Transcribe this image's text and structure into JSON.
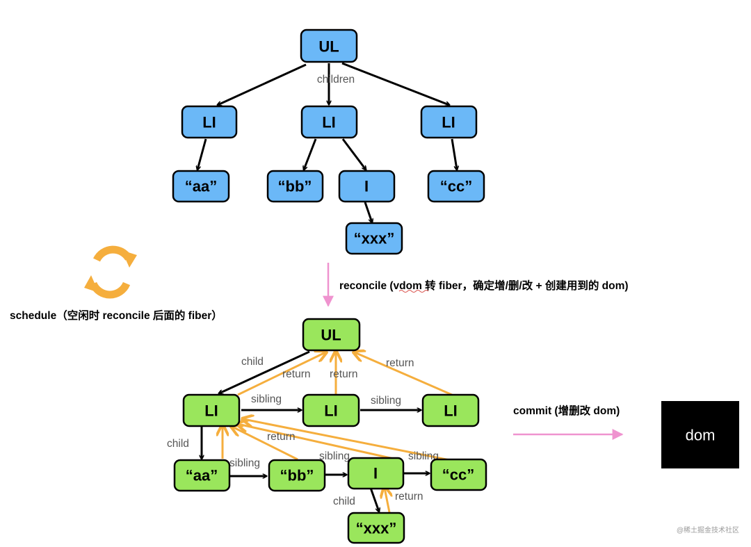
{
  "colors": {
    "vdom_fill": "#6bb8f7",
    "fiber_fill": "#9ae65c",
    "black_arrow": "#000000",
    "orange_arrow": "#f5ae3d",
    "pink_arrow": "#ef93cf",
    "dom_box": "#000000",
    "schedule_icon": "#f5ae3d"
  },
  "vdom": {
    "ul": "UL",
    "li_1": "LI",
    "li_2": "LI",
    "li_3": "LI",
    "aa": "“aa”",
    "bb": "“bb”",
    "i": "I",
    "cc": "“cc”",
    "xxx": "“xxx”",
    "children_label": "children"
  },
  "fiber": {
    "ul": "UL",
    "li_1": "LI",
    "li_2": "LI",
    "li_3": "LI",
    "aa": "“aa”",
    "bb": "“bb”",
    "i": "I",
    "cc": "“cc”",
    "xxx": "“xxx”",
    "labels": {
      "child_ul_li": "child",
      "return_li1_ul": "return",
      "return_li2_ul": "return",
      "return_li3_ul": "return",
      "sibling_li1_li2": "sibling",
      "sibling_li2_li3": "sibling",
      "child_li_aa": "child",
      "return_to_li": "return",
      "sibling_aa_bb": "sibling",
      "sibling_bb_i": "sibling",
      "sibling_i_cc": "sibling",
      "child_i_xxx": "child",
      "return_xxx_i": "return"
    }
  },
  "captions": {
    "reconcile": "reconcile (vdom 转 fiber，确定增/删/改 + 创建用到的 dom)",
    "schedule": "schedule（空闲时 reconcile 后面的 fiber）",
    "commit": "commit (增删改 dom)"
  },
  "dom_box": {
    "label": "dom"
  },
  "watermark": "@稀土掘金技术社区"
}
